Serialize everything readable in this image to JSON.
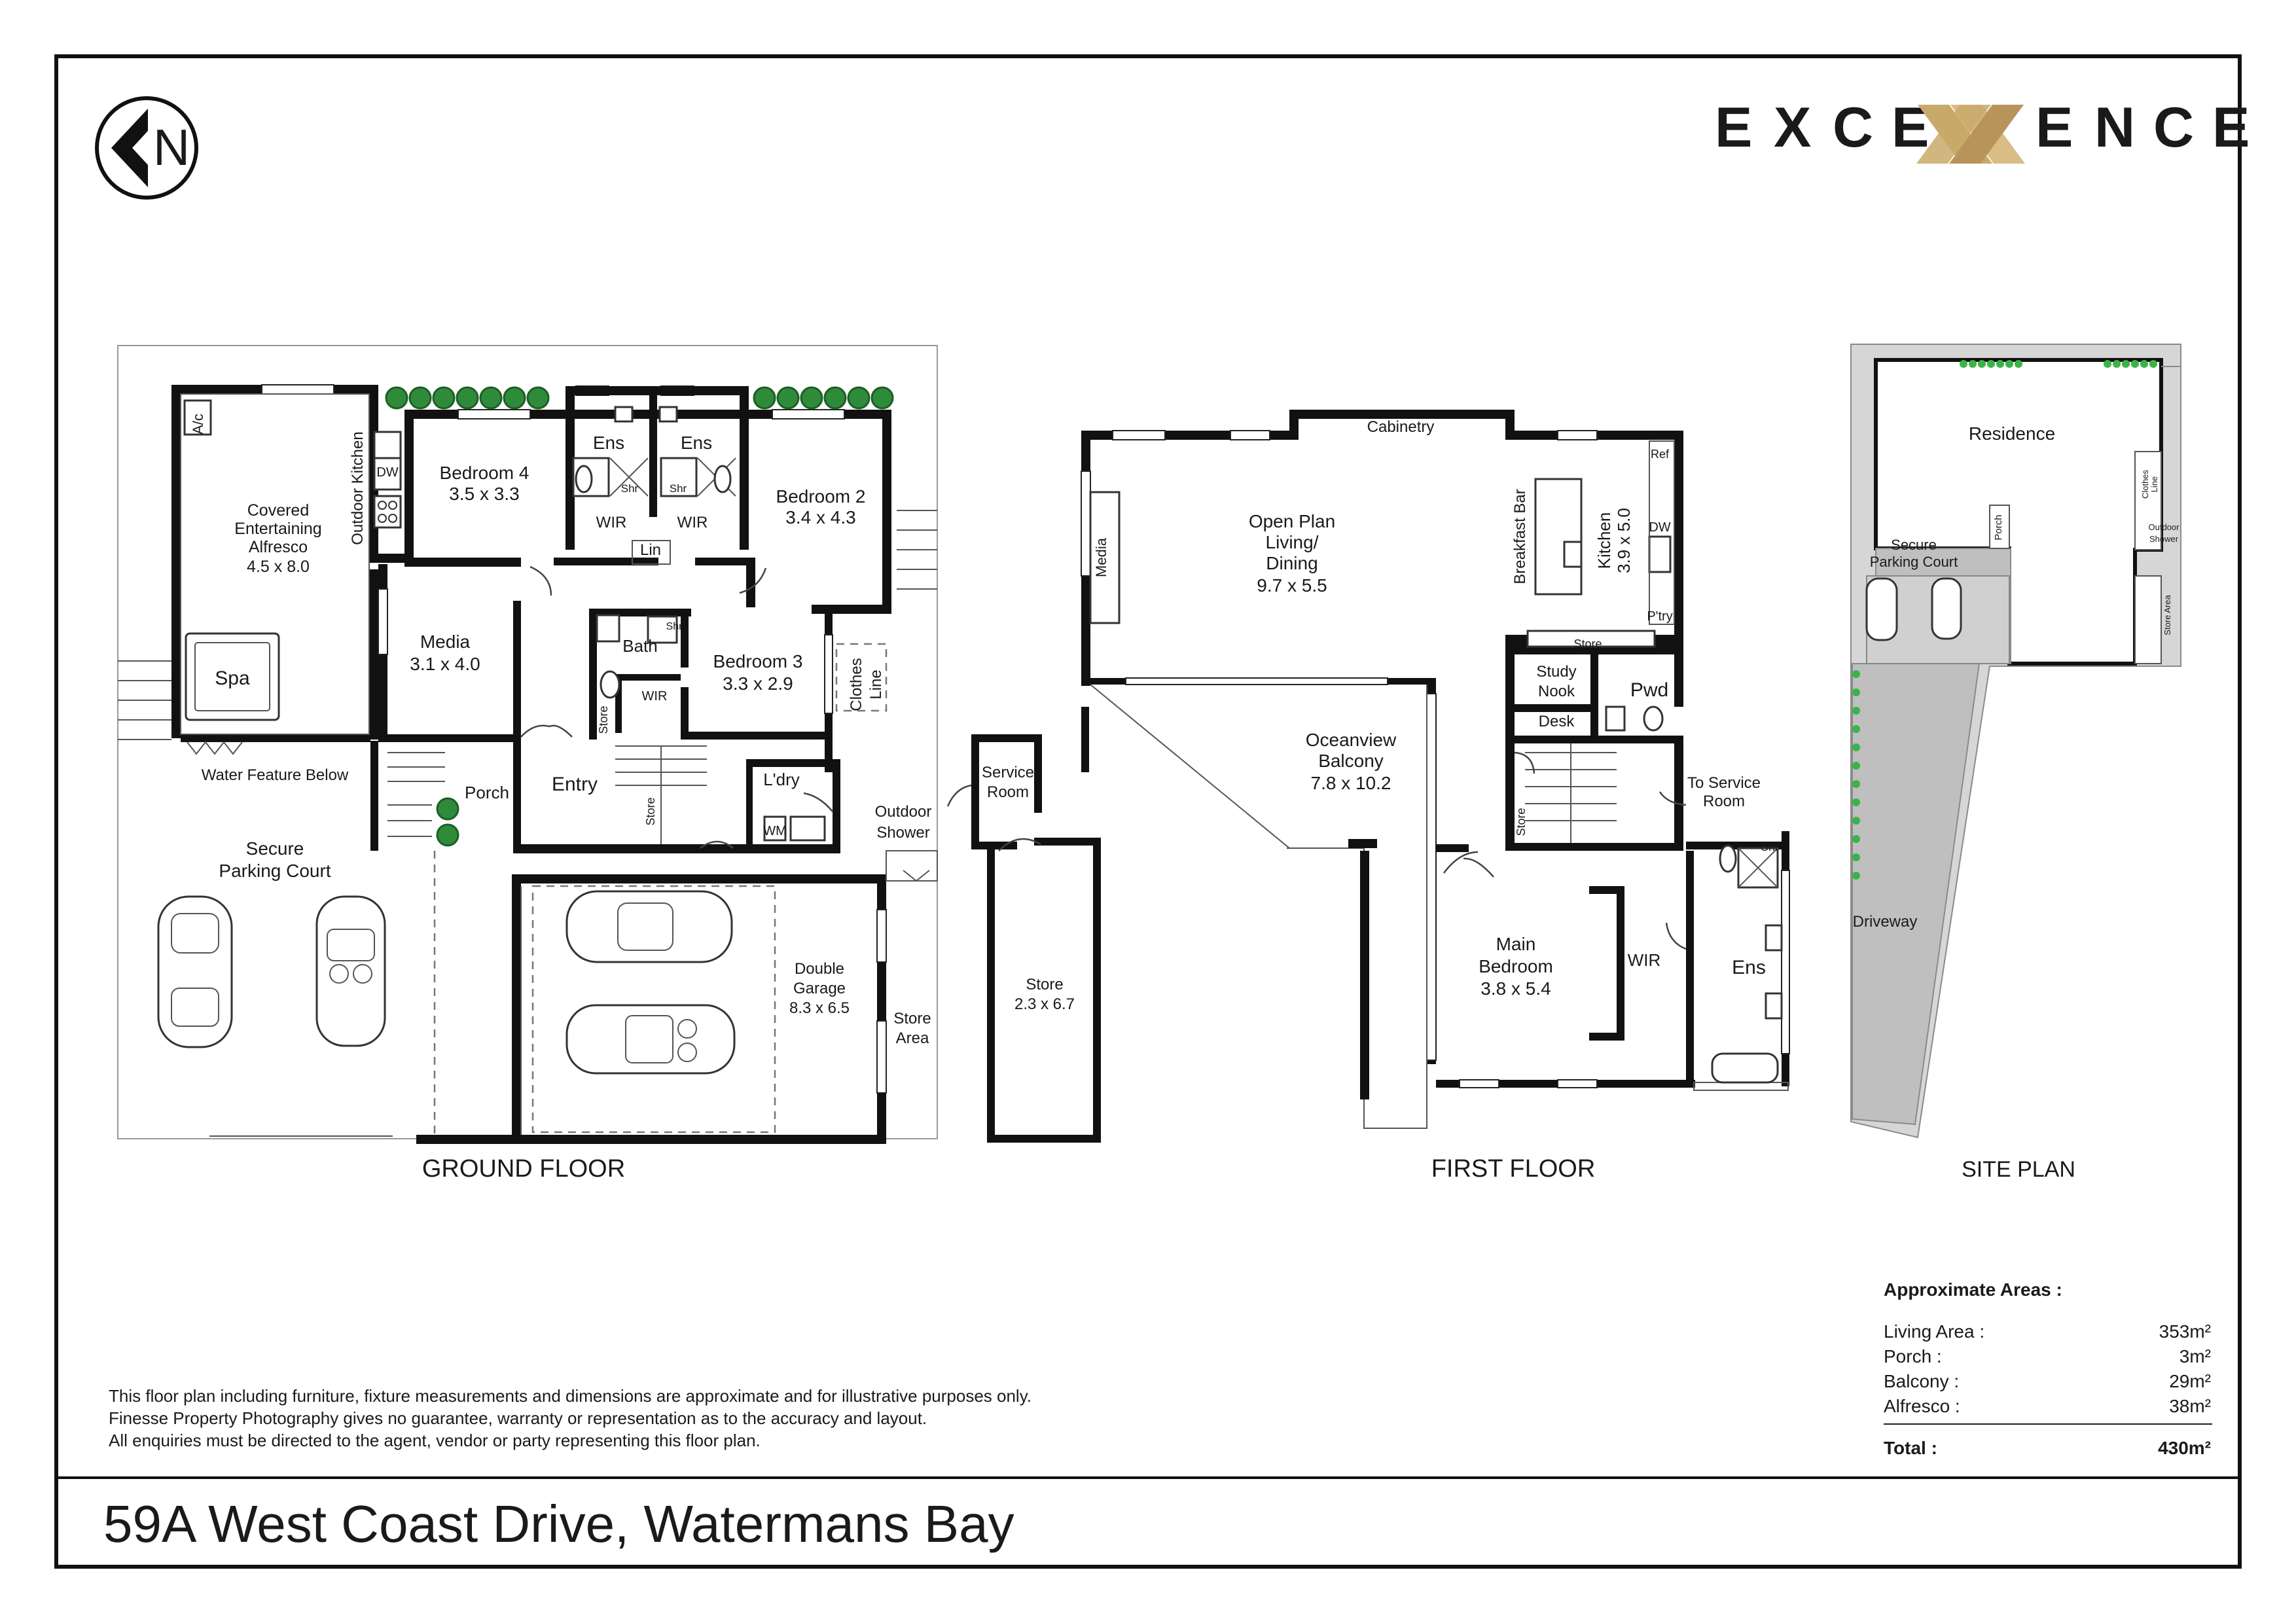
{
  "brand": {
    "letters": [
      "E",
      "X",
      "C",
      "E",
      "E",
      "N",
      "C",
      "E"
    ],
    "monogram_color": "#c9a96a",
    "compass_letter": "N"
  },
  "ground_floor": {
    "title": "GROUND FLOOR",
    "rooms": {
      "alfresco": [
        "Covered",
        "Entertaining",
        "Alfresco",
        "4.5 x 8.0"
      ],
      "ac": "A/c",
      "outdoor_kitchen": "Outdoor Kitchen",
      "dw": "DW",
      "spa": "Spa",
      "water_feature": "Water Feature Below",
      "bed4": [
        "Bedroom 4",
        "3.5 x 3.3"
      ],
      "ens_left": "Ens",
      "ens_right": "Ens",
      "shr_left": "Shr",
      "shr_right": "Shr",
      "wir_left": "WIR",
      "wir_right": "WIR",
      "lin": "Lin",
      "bed2": [
        "Bedroom 2",
        "3.4 x 4.3"
      ],
      "media": [
        "Media",
        "3.1 x 4.0"
      ],
      "bath": "Bath",
      "bath_shr": "Shr",
      "bath_wir": "WIR",
      "store_bath": "Store",
      "bed3": [
        "Bedroom 3",
        "3.3 x 2.9"
      ],
      "clothes_line": [
        "Clothes",
        "Line"
      ],
      "porch": "Porch",
      "entry": "Entry",
      "store_stair": "Store",
      "ldry": "L'dry",
      "wm": "WM",
      "outdoor_shower": [
        "Outdoor",
        "Shower"
      ],
      "parking": [
        "Secure",
        "Parking Court"
      ],
      "garage": [
        "Double",
        "Garage",
        "8.3 x 6.5"
      ],
      "store_area": [
        "Store",
        "Area"
      ]
    }
  },
  "service": {
    "service_room": [
      "Service",
      "Room"
    ],
    "store": [
      "Store",
      "2.3 x 6.7"
    ]
  },
  "first_floor": {
    "title": "FIRST FLOOR",
    "rooms": {
      "cabinetry": "Cabinetry",
      "media": "Media",
      "living": [
        "Open Plan",
        "Living/",
        "Dining",
        "9.7 x 5.5"
      ],
      "breakfast_bar": "Breakfast Bar",
      "kitchen": [
        "Kitchen",
        "3.9 x 5.0"
      ],
      "ref": "Ref",
      "dw": "DW",
      "pantry": "P'try",
      "store_kitchen": "Store",
      "balcony": [
        "Oceanview",
        "Balcony",
        "7.8 x 10.2"
      ],
      "study": [
        "Study",
        "Nook"
      ],
      "desk": "Desk",
      "pwd": "Pwd",
      "to_service": [
        "To Service",
        "Room"
      ],
      "store_stair": "Store",
      "main_bed": [
        "Main",
        "Bedroom",
        "3.8 x 5.4"
      ],
      "wir": "WIR",
      "ens": "Ens",
      "shr": "Shr"
    }
  },
  "site_plan": {
    "title": "SITE PLAN",
    "residence": "Residence",
    "parking": [
      "Secure",
      "Parking Court"
    ],
    "clothes_line": [
      "Clothes",
      "Line"
    ],
    "porch": "Porch",
    "outdoor_shower": [
      "Outdoor",
      "Shower"
    ],
    "store_area": "Store Area",
    "driveway": "Driveway"
  },
  "areas": {
    "heading": "Approximate Areas :",
    "rows": [
      {
        "label": "Living Area :",
        "value": "353m²"
      },
      {
        "label": "Porch :",
        "value": "3m²"
      },
      {
        "label": "Balcony :",
        "value": "29m²"
      },
      {
        "label": "Alfresco :",
        "value": "38m²"
      }
    ],
    "total_label": "Total :",
    "total_value": "430m²"
  },
  "disclaimer": [
    "This floor plan including furniture, fixture measurements and dimensions are approximate and for illustrative purposes only.",
    "Finesse Property Photography gives no  guarantee, warranty or representation as to the accuracy and layout.",
    "All enquiries must be directed to the agent, vendor or party representing this floor plan."
  ],
  "address": "59A West Coast Drive, Watermans Bay"
}
